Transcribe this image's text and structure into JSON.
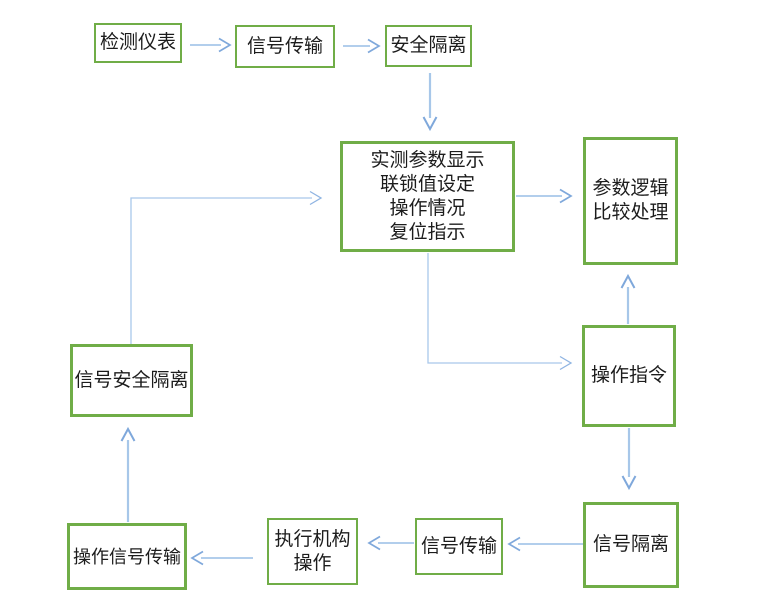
{
  "diagram": {
    "type": "flowchart",
    "background": "#FFFFFF",
    "colors": {
      "box_border": "#70AD47",
      "box_fill": "#FFFFFF",
      "arrow_line": "#A7C7E9",
      "arrow_head": "#7FA8DB",
      "text": "#1C1C1C"
    },
    "nodes": [
      {
        "id": "detection-instrument",
        "label": "检测仪表"
      },
      {
        "id": "signal-transmission-top",
        "label": "信号传输"
      },
      {
        "id": "safety-isolation",
        "label": "安全隔离"
      },
      {
        "id": "measured-parameter-display",
        "label": "实测参数显示\n联锁值设定\n操作情况\n复位指示"
      },
      {
        "id": "parameter-logic-processing",
        "label": "参数逻辑\n比较处理"
      },
      {
        "id": "operation-command",
        "label": "操作指令"
      },
      {
        "id": "signal-isolation",
        "label": "信号隔离"
      },
      {
        "id": "signal-transmission-bottom",
        "label": "信号传输"
      },
      {
        "id": "actuator-operation",
        "label": "执行机构\n操作"
      },
      {
        "id": "operation-signal-transmission",
        "label": "操作信号传输"
      },
      {
        "id": "signal-safety-isolation",
        "label": "信号安全隔离"
      }
    ],
    "edges": [
      {
        "from": "detection-instrument",
        "to": "signal-transmission-top"
      },
      {
        "from": "signal-transmission-top",
        "to": "safety-isolation"
      },
      {
        "from": "safety-isolation",
        "to": "measured-parameter-display"
      },
      {
        "from": "measured-parameter-display",
        "to": "parameter-logic-processing"
      },
      {
        "from": "measured-parameter-display",
        "to": "operation-command"
      },
      {
        "from": "operation-command",
        "to": "parameter-logic-processing"
      },
      {
        "from": "operation-command",
        "to": "signal-isolation"
      },
      {
        "from": "signal-isolation",
        "to": "signal-transmission-bottom"
      },
      {
        "from": "signal-transmission-bottom",
        "to": "actuator-operation"
      },
      {
        "from": "actuator-operation",
        "to": "operation-signal-transmission"
      },
      {
        "from": "operation-signal-transmission",
        "to": "signal-safety-isolation"
      },
      {
        "from": "signal-safety-isolation",
        "to": "measured-parameter-display"
      }
    ]
  }
}
